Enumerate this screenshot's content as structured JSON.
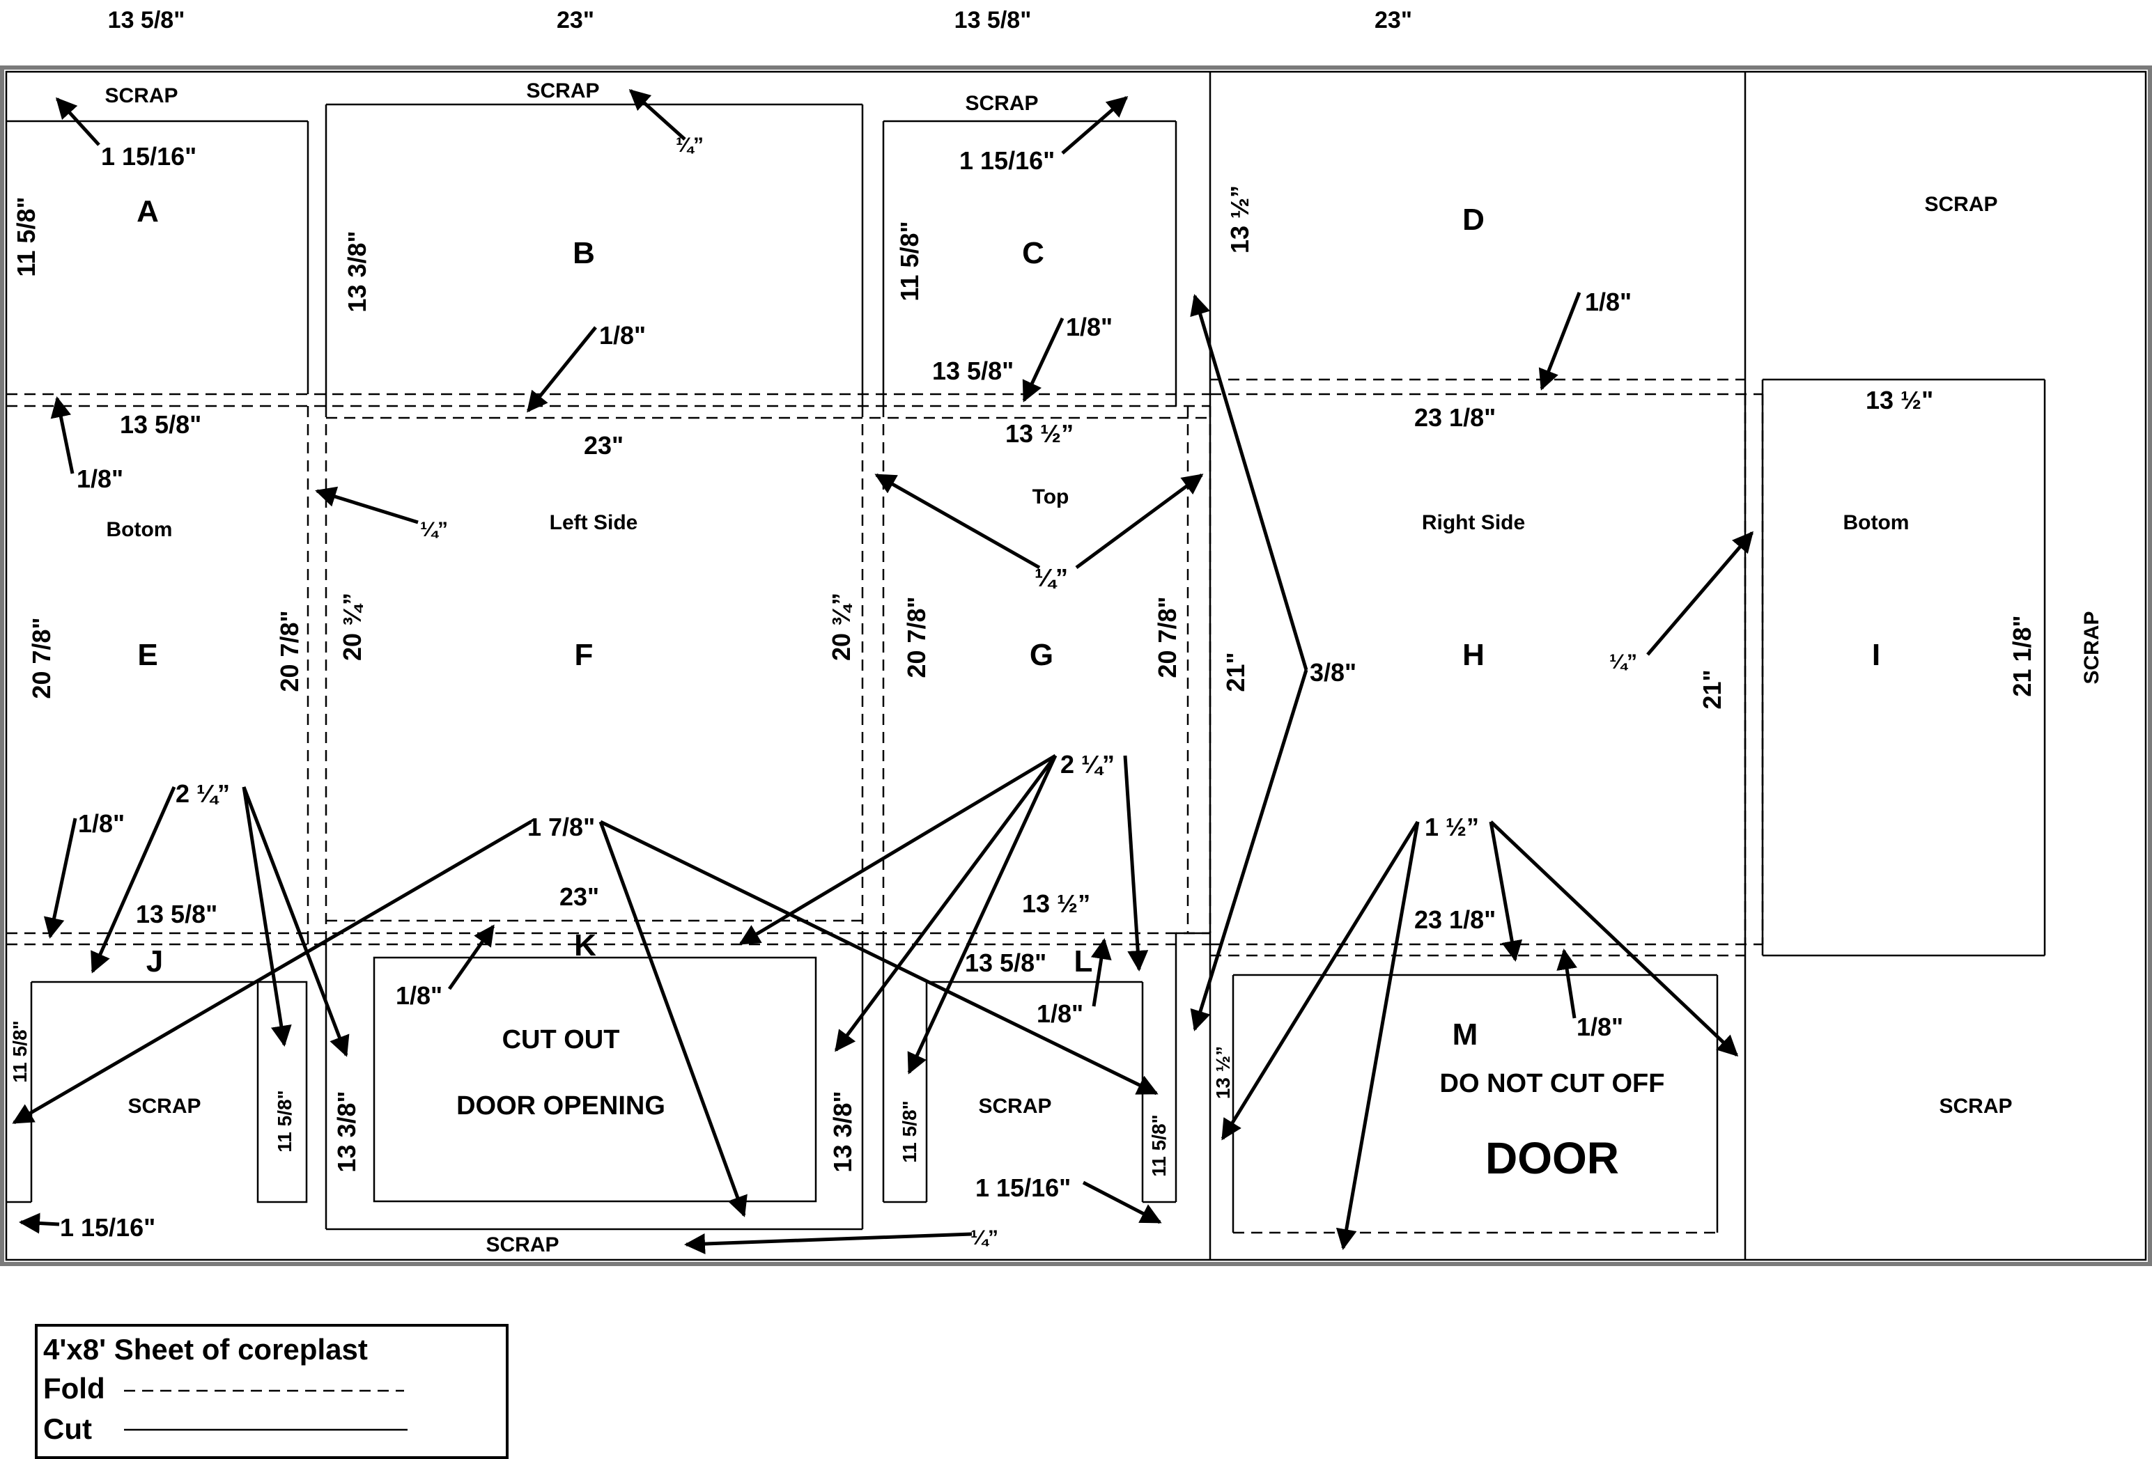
{
  "top_dimensions": [
    "13 5/8\"",
    "23\"",
    "13 5/8\"",
    "23\""
  ],
  "panels": {
    "A": "A",
    "B": "B",
    "C": "C",
    "D": "D",
    "E": "E",
    "F": "F",
    "G": "G",
    "H": "H",
    "I": "I",
    "J": "J",
    "K": "K",
    "L": "L",
    "M": "M"
  },
  "scrap_label": "SCRAP",
  "side_names": {
    "bottom_left": "Botom",
    "left_side": "Left Side",
    "top": "Top",
    "right_side": "Right Side",
    "bottom_right": "Botom"
  },
  "cutout": {
    "line1": "CUT OUT",
    "line2": "DOOR OPENING"
  },
  "door": {
    "line1": "DO NOT CUT OFF",
    "line2": "DOOR"
  },
  "dimensions": {
    "d_1_15_16": "1 15/16\"",
    "d_13_5_8": "13 5/8\"",
    "d_23": "23\"",
    "d_13_1_2": "13 ½”",
    "d_13_1_2_q": "13 ½\"",
    "d_23_1_8": "23 1/8\"",
    "d_1_8": "1/8\"",
    "d_1_4": "¼”",
    "d_3_8": "3/8\"",
    "d_2_1_4": "2 ¼”",
    "d_1_7_8": "1 7/8\"",
    "d_1_1_2": "1 ½”",
    "d_11_5_8": "11 5/8\"",
    "d_13_3_8": "13 3/8\"",
    "d_20_7_8": "20 7/8\"",
    "d_20_3_4": "20 ¾”",
    "d_21": "21\"",
    "d_21_1_8": "21 1/8\"",
    "d_13_1_2_v": "13 ½”"
  },
  "legend": {
    "title": "4'x8' Sheet of coreplast",
    "fold_label": "Fold",
    "cut_label": "Cut"
  }
}
